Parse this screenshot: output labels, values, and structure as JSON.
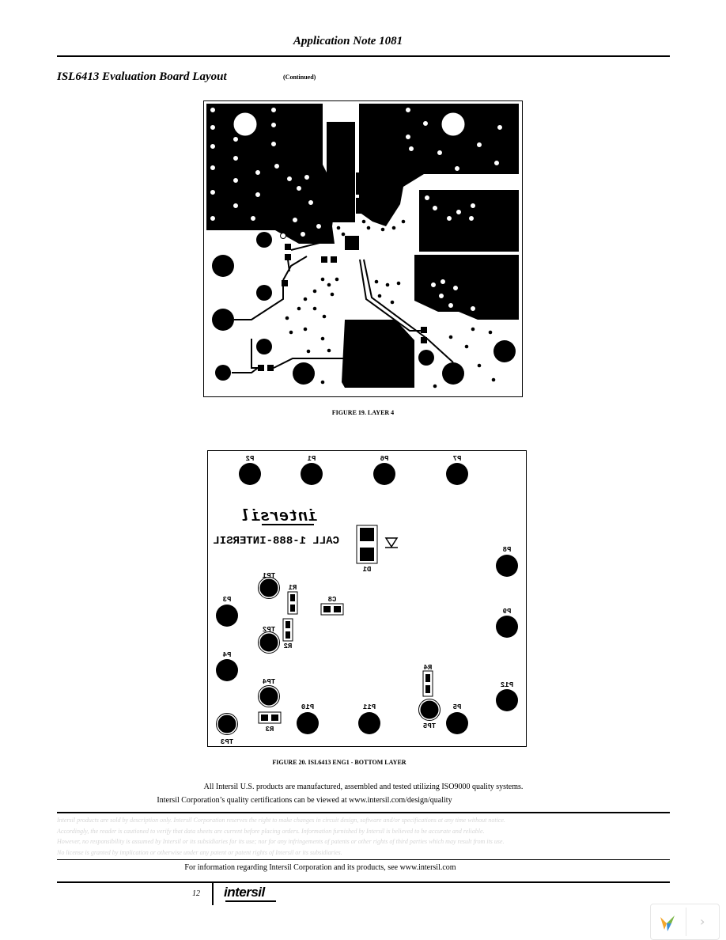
{
  "header": {
    "title": "Application Note 1081"
  },
  "section": {
    "title": "ISL6413 Evaluation Board Layout",
    "continued": "(Continued)"
  },
  "figure19": {
    "caption": "FIGURE 19. LAYER 4"
  },
  "figure20": {
    "caption": "FIGURE 20. ISL6413 ENG1 - BOTTOM LAYER",
    "silkscreen": {
      "logo": "intersil",
      "call": "CALL 1-888-INTERSIL",
      "pads": [
        "P2",
        "P1",
        "P6",
        "P7",
        "P8",
        "P3",
        "P9",
        "P4",
        "P12",
        "P10",
        "P11",
        "P5",
        "TP1",
        "TP2",
        "TP4",
        "TP3",
        "TP5",
        "R1",
        "R2",
        "R3",
        "R4",
        "C8",
        "D1"
      ]
    }
  },
  "footer": {
    "quality_line1": "All Intersil U.S. products are manufactured, assembled and tested utilizing ISO9000 quality systems.",
    "quality_line2": "Intersil Corporation’s quality certifications can be viewed at www.intersil.com/design/quality",
    "disclaimer": "Intersil products are sold by description only. Intersil Corporation reserves the right to make changes in circuit design, software and/or specifications at any time without notice. Accordingly, the reader is cautioned to verify that data sheets are current before placing orders. Information furnished by Intersil is believed to be accurate and reliable. However, no responsibility is assumed by Intersil or its subsidiaries for its use; nor for any infringements of patents or other rights of third parties which may result from its use. No license is granted by implication or otherwise under any patent or patent rights of Intersil or its subsidiaries.",
    "info": "For information regarding Intersil Corporation and its products, see www.intersil.com",
    "page_number": "12",
    "logo": "intersil"
  }
}
